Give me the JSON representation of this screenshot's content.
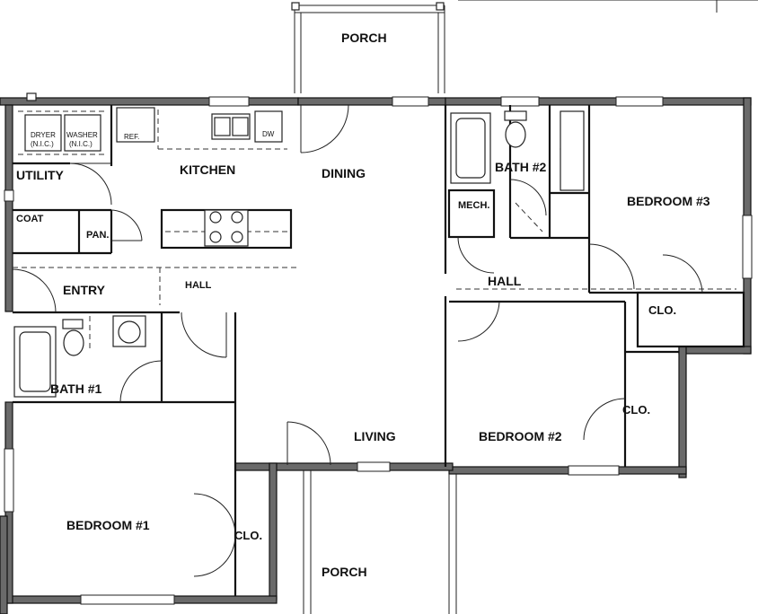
{
  "rooms": {
    "porch_top": "PORCH",
    "utility": "UTILITY",
    "kitchen": "KITCHEN",
    "dining": "DINING",
    "bath2": "BATH #2",
    "bedroom3": "BEDROOM #3",
    "coat": "COAT",
    "pan": "PAN.",
    "mech": "MECH.",
    "entry": "ENTRY",
    "hall_left": "HALL",
    "hall_right": "HALL",
    "clo_bed3": "CLO.",
    "bath1": "BATH #1",
    "clo_bed2": "CLO.",
    "living": "LIVING",
    "bedroom2": "BEDROOM #2",
    "bedroom1": "BEDROOM #1",
    "clo_bed1": "CLO.",
    "porch_bottom": "PORCH"
  },
  "appliances": {
    "dryer": "DRYER",
    "dryer_note": "(N.I.C.)",
    "washer": "WASHER",
    "washer_note": "(N.I.C.)",
    "ref": "REF.",
    "dw": "DW"
  }
}
